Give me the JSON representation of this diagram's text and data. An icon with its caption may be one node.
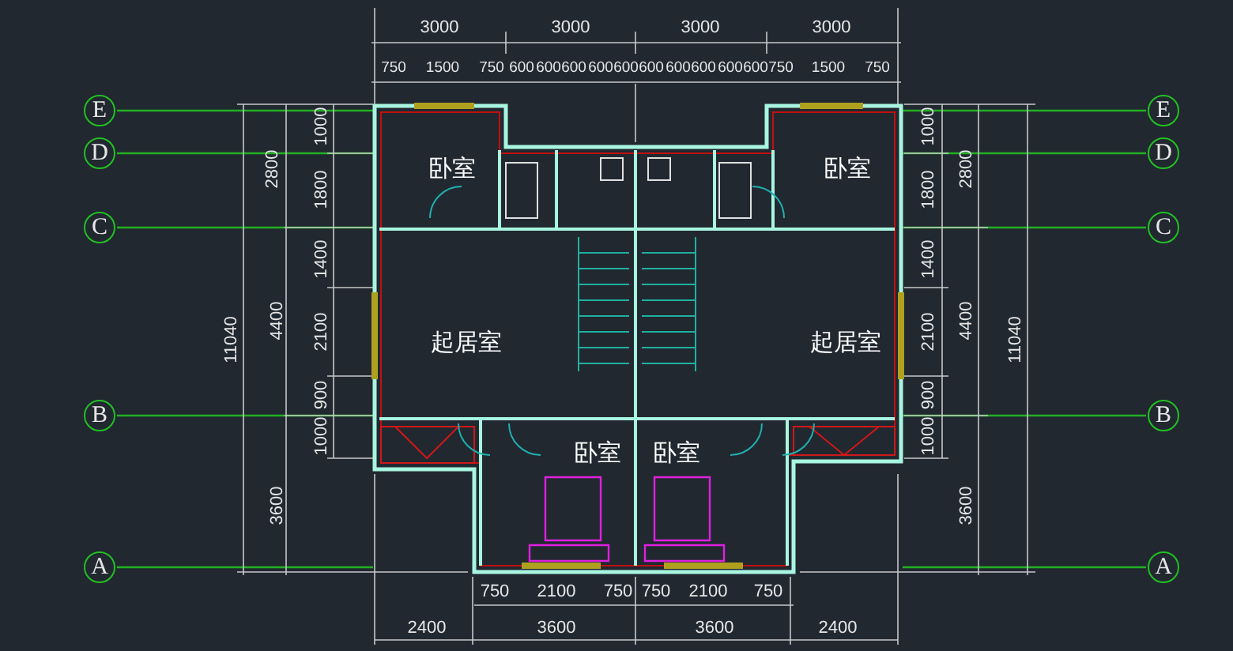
{
  "diagram": {
    "nodes": [
      {
        "text": [
          "E"
        ]
      },
      {
        "text": [
          "E"
        ]
      },
      {
        "text": [
          "D"
        ]
      },
      {
        "text": [
          "D"
        ]
      },
      {
        "text": [
          "C"
        ]
      },
      {
        "text": [
          "C"
        ]
      },
      {
        "text": [
          "B"
        ]
      },
      {
        "text": [
          "B"
        ]
      },
      {
        "text": [
          "A"
        ]
      },
      {
        "text": [
          "A"
        ]
      }
    ],
    "labels": [
      "3000",
      "3000",
      "3000",
      "3000",
      "750",
      "1500",
      "750",
      "600",
      "600",
      "600",
      "600",
      "600",
      "600",
      "600",
      "600",
      "600",
      "600",
      "750",
      "1500",
      "750",
      "11040",
      "2800",
      "4400",
      "3600",
      "1000",
      "1800",
      "1400",
      "2100",
      "900",
      "1000",
      "1000",
      "1800",
      "1400",
      "2100",
      "900",
      "1000",
      "2800",
      "4400",
      "3600",
      "11040",
      "卧室",
      "卧室",
      "起居室",
      "起居室",
      "卧室",
      "卧室",
      "750",
      "2100",
      "750",
      "750",
      "2100",
      "750",
      "2400",
      "3600",
      "3600",
      "2400"
    ]
  }
}
